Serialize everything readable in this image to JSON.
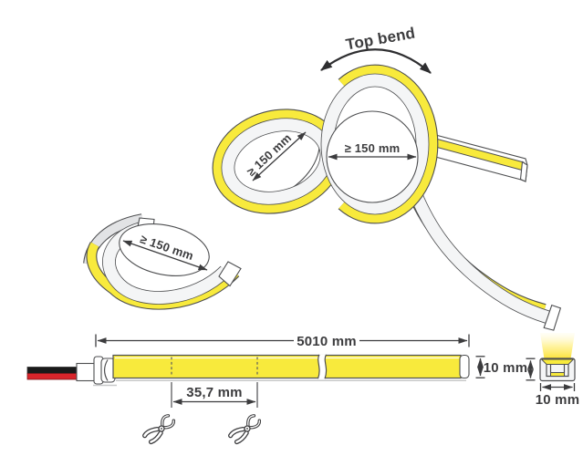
{
  "diagram": {
    "description": "LED neon flex strip — bending guide and dimension drawing",
    "top_bend_label": "Top bend",
    "min_bend_radius_label": "≥ 150 mm",
    "dimensions": {
      "total_length": "5010 mm",
      "cut_increment": "35,7 mm",
      "strip_height": "10 mm",
      "strip_width": "10 mm"
    },
    "icons": {
      "pliers": "wire-cutter-pliers",
      "glow": "light-emission-glow",
      "bend_arrow": "double-headed-curved-arrow"
    },
    "colors": {
      "strip_yellow": "#F8EA3C",
      "body_white": "#F4F5F6",
      "outline_gray": "#4D4E50",
      "text_dark": "#3C3C3E",
      "wire_red": "#D9252B",
      "wire_black": "#1A1A1A"
    }
  }
}
